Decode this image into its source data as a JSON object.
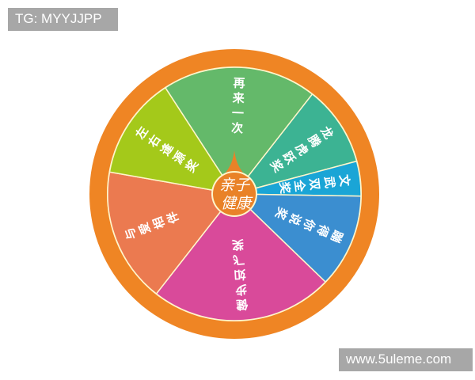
{
  "watermarks": {
    "top_left": "TG: MYYJJPP",
    "bottom_right": "www.5uleme.com"
  },
  "wheel": {
    "center_label_line1": "亲子",
    "center_label_line2": "健康",
    "ring_color": "#ef8524",
    "hub_color": "#e98228",
    "divider_color": "#fff6cc",
    "segments": [
      {
        "label": "再来一次",
        "color": "#64b96a"
      },
      {
        "label": "龙腾虎跃奖",
        "color": "#3cb393"
      },
      {
        "label": "文武双全奖",
        "color": "#1aa5d6"
      },
      {
        "label": "蹦得你说奖",
        "color": "#3b8ed0"
      },
      {
        "label": "健步如飞奖",
        "color": "#d94a9a"
      },
      {
        "label": "与爱相伴",
        "color": "#eb7a50"
      },
      {
        "label": "左右逢源奖",
        "color": "#a4c91a"
      }
    ]
  }
}
